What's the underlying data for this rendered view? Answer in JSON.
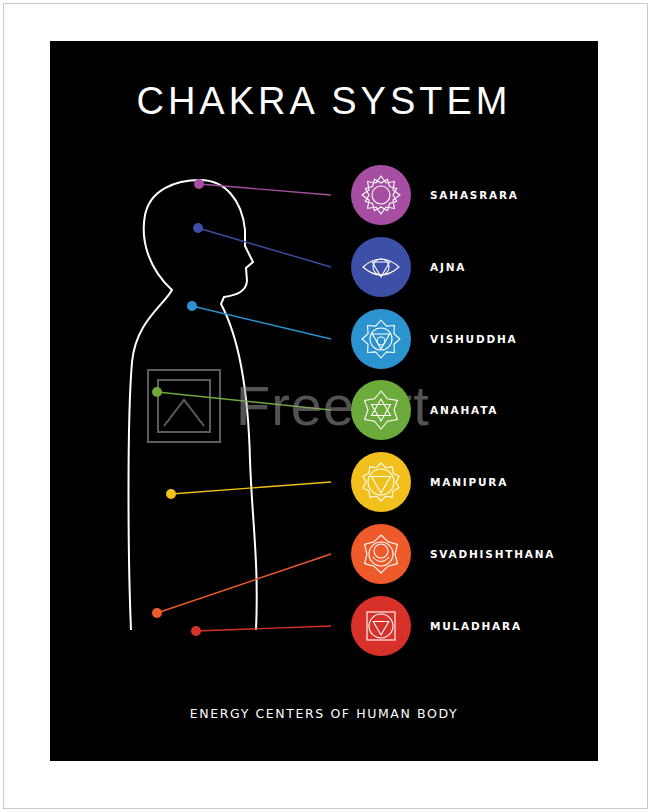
{
  "diagram": {
    "title": "CHAKRA SYSTEM",
    "caption": "ENERGY CENTERS OF HUMAN BODY",
    "nodes": [
      {
        "text": [
          "SAHASRARA"
        ]
      },
      {
        "text": [
          "AJNA"
        ]
      },
      {
        "text": [
          "VISHUDDHA"
        ]
      },
      {
        "text": [
          "ANAHATA"
        ]
      },
      {
        "text": [
          "MANIPURA"
        ]
      },
      {
        "text": [
          "SVADHISHTHANA"
        ]
      },
      {
        "text": [
          "MULADHARA"
        ]
      }
    ],
    "labels": [
      "FreeArt"
    ]
  }
}
